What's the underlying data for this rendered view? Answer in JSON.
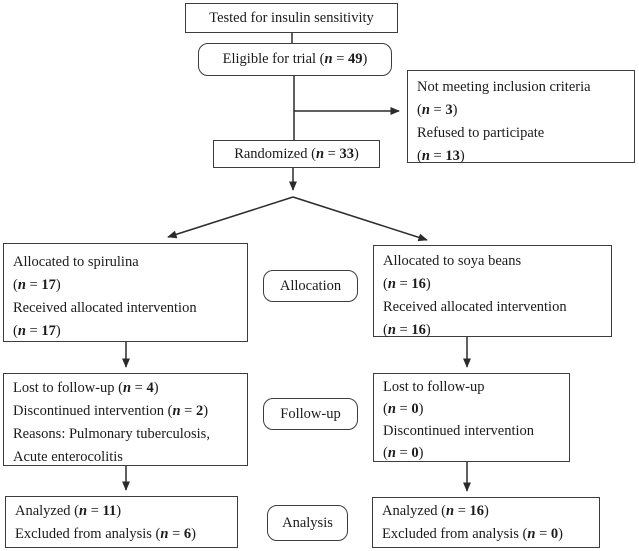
{
  "diagram": {
    "kind": "trial-participant-flowchart",
    "colors": {
      "background": "#ffffff",
      "box_border": "#3d3d3d",
      "text": "#1b1b1b",
      "connector": "#2b2b2b"
    },
    "boxes": {
      "tested": {
        "lines": [
          "Tested for insulin sensitivity"
        ]
      },
      "eligible": {
        "lines": [
          "Eligible for trial (n = 49)"
        ]
      },
      "excluded": {
        "lines": [
          "Not meeting inclusion criteria",
          "(n = 3)",
          "Refused to participate",
          "(n = 13)"
        ]
      },
      "randomized": {
        "lines": [
          "Randomized (n = 33)"
        ]
      },
      "alloc_left": {
        "lines": [
          "Allocated to spirulina",
          "(n = 17)",
          "Received allocated intervention",
          "(n = 17)"
        ]
      },
      "alloc_label": {
        "label": "Allocation"
      },
      "alloc_right": {
        "lines": [
          "Allocated to soya beans",
          "(n = 16)",
          "Received allocated intervention",
          "(n = 16)"
        ]
      },
      "followup_left": {
        "lines": [
          "Lost to follow-up (n = 4)",
          "Discontinued intervention (n = 2)",
          "Reasons: Pulmonary tuberculosis,",
          "Acute enterocolitis"
        ]
      },
      "followup_label": {
        "label": "Follow-up"
      },
      "followup_right": {
        "lines": [
          "Lost to follow-up",
          "(n = 0)",
          "Discontinued intervention",
          "(n = 0)"
        ]
      },
      "analysis_left": {
        "lines": [
          "Analyzed (n = 11)",
          "Excluded from analysis (n = 6)"
        ]
      },
      "analysis_label": {
        "label": "Analysis"
      },
      "analysis_right": {
        "lines": [
          "Analyzed (n = 16)",
          "Excluded from analysis (n = 0)"
        ]
      }
    }
  }
}
